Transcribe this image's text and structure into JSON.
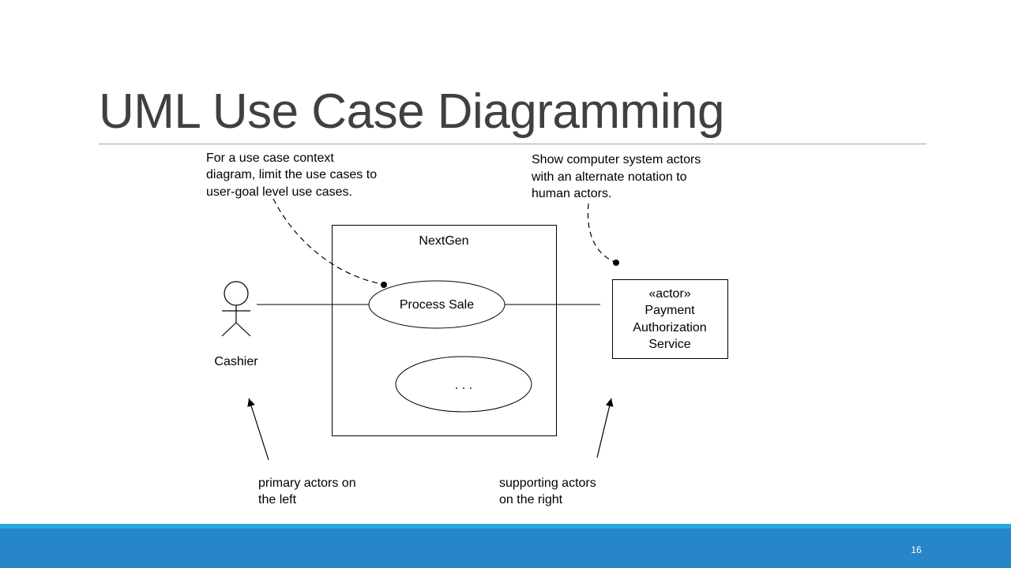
{
  "slide": {
    "title": "UML Use Case Diagramming",
    "page_number": "16"
  },
  "diagram": {
    "system_name": "NextGen",
    "use_cases": {
      "process_sale": "Process Sale",
      "other": ". . ."
    },
    "actors": {
      "cashier": "Cashier",
      "payment": {
        "stereotype": "«actor»",
        "line1": "Payment",
        "line2": "Authorization",
        "line3": "Service"
      }
    },
    "notes": {
      "context": {
        "line1": "For a use case context",
        "line2": "diagram, limit the use cases to",
        "line3": "user-goal level use cases."
      },
      "system_actors": {
        "line1": "Show computer system actors",
        "line2": "with an alternate notation to",
        "line3": "human actors."
      },
      "primary": {
        "line1": "primary actors on",
        "line2": "the left"
      },
      "supporting": {
        "line1": "supporting actors",
        "line2": "on the right"
      }
    }
  },
  "colors": {
    "title": "#404040",
    "footer_bar": "#2686c8",
    "footer_accent": "#29a8e0"
  }
}
